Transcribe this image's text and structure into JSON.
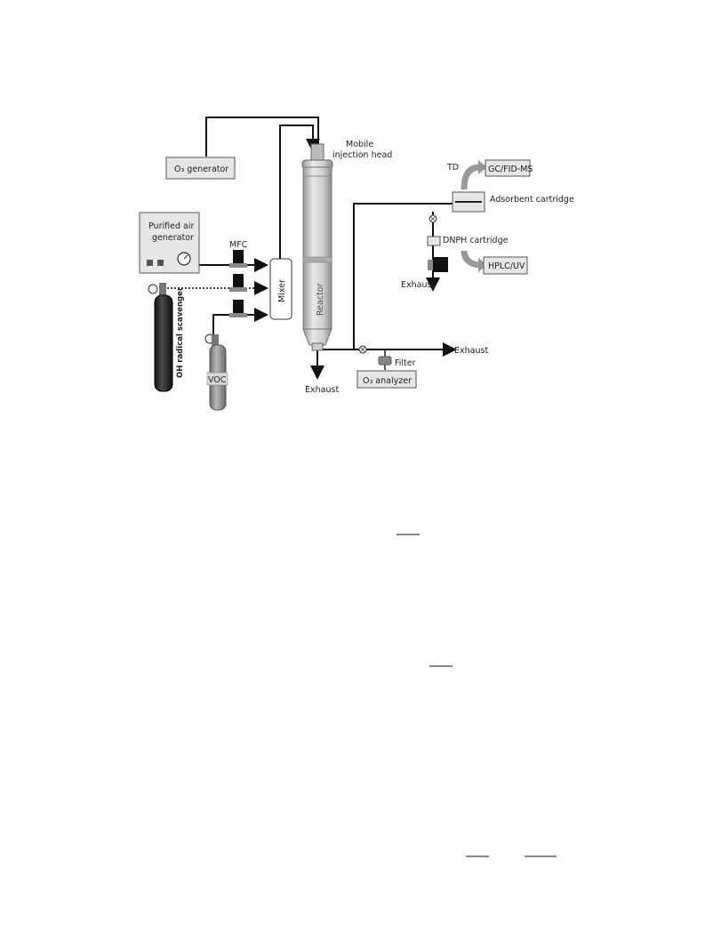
{
  "labels": {
    "o3_generator": "O₃ generator",
    "mobile_injection_head": [
      "Mobile",
      "injection head"
    ],
    "purified_air_generator": [
      "Purified air",
      "generator"
    ],
    "mfc": "MFC",
    "mixer": "Mixer",
    "reactor": "Reactor",
    "oh_scavenger": "OH radical scavenger",
    "voc": "VOC",
    "td": "TD",
    "gc_fid_ms": "GC/FID-MS",
    "adsorbent_cartridge": "Adsorbent cartridge",
    "dnph_cartridge": "DNPH cartridge",
    "hplc_uv": "HPLC/UV",
    "exhaust_dnph": "Exhaust",
    "exhaust_right": "Exhaust",
    "exhaust_bottom": "Exhaust",
    "filter": "Filter",
    "o3_analyzer": "O₃ analyzer"
  }
}
